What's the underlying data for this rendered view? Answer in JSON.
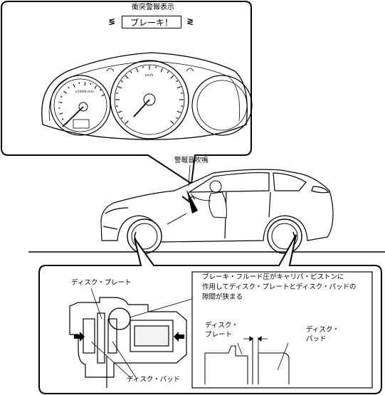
{
  "warning_display_label": "衝突警報表示",
  "warning_message": "ブレーキ！",
  "alarm_label": "警報音吹鳴",
  "disc_plate_label": "ディスク・プレート",
  "disc_pad_label": "ディスク・パッド",
  "explanation": [
    "ブレーキ・フルード圧がキャリパ・ピストンに",
    "作用してディスク・プレートとディスク・パッドの",
    "隙間が狭まる"
  ],
  "detail_disc_plate_label": [
    "ディスク・",
    "プレート"
  ],
  "detail_disc_pad_label": [
    "ディスク・",
    "パッド"
  ],
  "gauge_small_text": [
    "x1000r/min",
    "km/h"
  ],
  "flash_marks": [
    "≶",
    "≷"
  ],
  "colors": {
    "line": "#000000",
    "background": "#ffffff",
    "fill_light": "#f2f2f2"
  },
  "icons": [
    "meter-cluster-illustration",
    "car-illustration",
    "driver-illustration",
    "brake-caliper-cross-section",
    "disc-pad-gap-detail",
    "pressure-arrow-icon"
  ]
}
